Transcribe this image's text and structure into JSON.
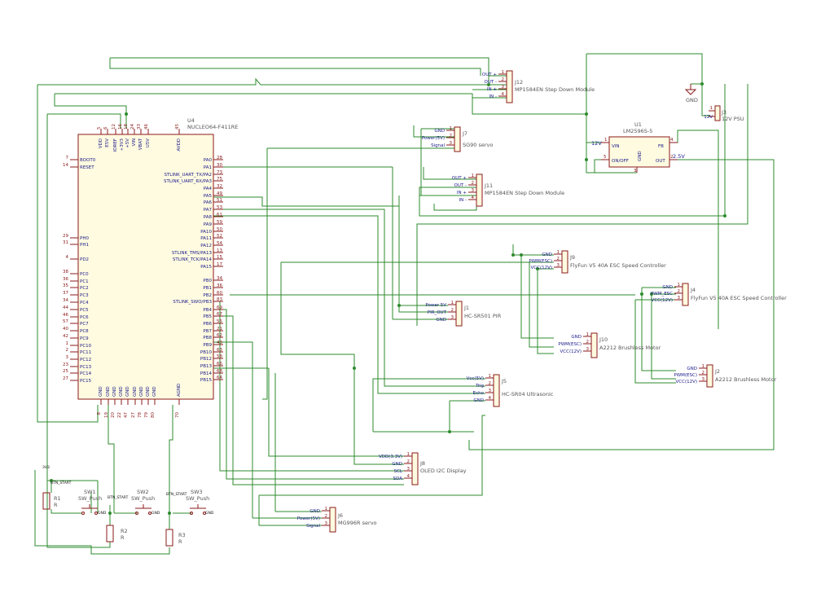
{
  "mcu": {
    "ref": "U4",
    "value": "NUCLEO64-F411RE",
    "top_pins": [
      {
        "num": "5",
        "name": "VDD"
      },
      {
        "num": "6",
        "name": "E5V"
      },
      {
        "num": "12",
        "name": "IOREF"
      },
      {
        "num": "16",
        "name": "+3V3"
      },
      {
        "num": "18",
        "name": "+5V"
      },
      {
        "num": "24",
        "name": "VIN"
      },
      {
        "num": "33",
        "name": "VBAT"
      },
      {
        "num": "46",
        "name": "U5V"
      },
      {
        "num": "45",
        "name": "AVDD"
      }
    ],
    "left_pins": [
      {
        "num": "7",
        "name": "BOOT0"
      },
      {
        "num": "14",
        "name": "RESET"
      },
      {
        "num": "29",
        "name": "PH0"
      },
      {
        "num": "31",
        "name": "PH1"
      },
      {
        "num": "4",
        "name": "PD2"
      },
      {
        "num": "38",
        "name": "PC0"
      },
      {
        "num": "36",
        "name": "PC1"
      },
      {
        "num": "35",
        "name": "PC2"
      },
      {
        "num": "37",
        "name": "PC3"
      },
      {
        "num": "34",
        "name": "PC4"
      },
      {
        "num": "44",
        "name": "PC5"
      },
      {
        "num": "46",
        "name": "PC6"
      },
      {
        "num": "57",
        "name": "PC7"
      },
      {
        "num": "40",
        "name": "PC8"
      },
      {
        "num": "42",
        "name": "PC9"
      },
      {
        "num": "1",
        "name": "PC10"
      },
      {
        "num": "2",
        "name": "PC11"
      },
      {
        "num": "3",
        "name": "PC12"
      },
      {
        "num": "23",
        "name": "PC13"
      },
      {
        "num": "25",
        "name": "PC14"
      },
      {
        "num": "27",
        "name": "PC15"
      }
    ],
    "right_pins": [
      {
        "num": "28",
        "name": "PA0"
      },
      {
        "num": "30",
        "name": "PA1"
      },
      {
        "num": "73",
        "name": "STLINK_UART_TX/PA2"
      },
      {
        "num": "75",
        "name": "STLINK_UART_RX/PA3"
      },
      {
        "num": "32",
        "name": "PA4"
      },
      {
        "num": "49",
        "name": "PA5"
      },
      {
        "num": "51",
        "name": "PA6"
      },
      {
        "num": "53",
        "name": "PA7"
      },
      {
        "num": "61",
        "name": "PA8"
      },
      {
        "num": "59",
        "name": "PA9"
      },
      {
        "num": "50",
        "name": "PA10"
      },
      {
        "num": "52",
        "name": "PA11"
      },
      {
        "num": "54",
        "name": "PA12"
      },
      {
        "num": "13",
        "name": "STLINK_TMS/PA13"
      },
      {
        "num": "15",
        "name": "STLINK_TCK/PA14"
      },
      {
        "num": "17",
        "name": "PA15"
      },
      {
        "num": "34",
        "name": "PB0"
      },
      {
        "num": "36",
        "name": "PB1"
      },
      {
        "num": "60",
        "name": "PB2"
      },
      {
        "num": "83",
        "name": "STLINK_SWO/PB3"
      },
      {
        "num": "69",
        "name": "PB4"
      },
      {
        "num": "67",
        "name": "PB5"
      },
      {
        "num": "55",
        "name": "PB6"
      },
      {
        "num": "21",
        "name": "PB7"
      },
      {
        "num": "62",
        "name": "PB8"
      },
      {
        "num": "43",
        "name": "PB9"
      },
      {
        "num": "63",
        "name": "PB10"
      },
      {
        "num": "58",
        "name": "PB12"
      },
      {
        "num": "66",
        "name": "PB13"
      },
      {
        "num": "68",
        "name": "PB14"
      },
      {
        "num": "64",
        "name": "PB15"
      }
    ],
    "bottom_pins": [
      {
        "num": "8",
        "name": "GND"
      },
      {
        "num": "19",
        "name": "GND"
      },
      {
        "num": "20",
        "name": "GND"
      },
      {
        "num": "22",
        "name": "GND"
      },
      {
        "num": "47",
        "name": "GND"
      },
      {
        "num": "27",
        "name": "GND"
      },
      {
        "num": "78",
        "name": "GND"
      },
      {
        "num": "79",
        "name": "GND"
      },
      {
        "num": "80",
        "name": "GND"
      },
      {
        "num": "70",
        "name": "AGND"
      }
    ]
  },
  "connectors": [
    {
      "id": "J12",
      "label": "MP1584EN Step Down Module",
      "pins": [
        "OUT +",
        "OUT -",
        "IN +",
        "IN -"
      ]
    },
    {
      "id": "J7",
      "label": "SG90 servo",
      "pins": [
        "GND",
        "Power(5V)",
        "Signal"
      ]
    },
    {
      "id": "J11",
      "label": "MP1584EN Step Down Module",
      "pins": [
        "OUT +",
        "OUT -",
        "IN +",
        "IN -"
      ]
    },
    {
      "id": "J9",
      "label": "FlyFun V5 40A ESC Speed Controller",
      "pins": [
        "GND",
        "PWM(ESC)",
        "VCC(12V)"
      ]
    },
    {
      "id": "J4",
      "label": "FlyFun V5 40A ESC Speed Controller",
      "pins": [
        "GND",
        "PWM_ESC",
        "VCC(12V)"
      ]
    },
    {
      "id": "J1",
      "label": "HC-SR501 PIR",
      "pins": [
        "Power 5V",
        "PIR_OUT",
        "GND"
      ]
    },
    {
      "id": "J10",
      "label": "A2212 Brushless Motor",
      "pins": [
        "GND",
        "PWM(ESC)",
        "VCC(12V)"
      ]
    },
    {
      "id": "J2",
      "label": "A2212 Brushless Motor",
      "pins": [
        "GND",
        "PWM(ESC)",
        "VCC(12V)"
      ]
    },
    {
      "id": "J5",
      "label": "HC-SR04 Ultrasonic",
      "pins": [
        "Vcc(5V)",
        "Trig",
        "Echo",
        "GND"
      ]
    },
    {
      "id": "J8",
      "label": "OLED I2C Display",
      "pins": [
        "VDD(3.3V)",
        "GND",
        "SCL",
        "SDA"
      ]
    },
    {
      "id": "J6",
      "label": "MG996R servo",
      "pins": [
        "GND",
        "Power(5V)",
        "Signal"
      ]
    },
    {
      "id": "J3",
      "label": "12V PSU",
      "pins": [
        "12V",
        "1"
      ]
    }
  ],
  "regulator": {
    "ref": "U1",
    "value": "LM2596S-5",
    "pins": {
      "vin": "VIN",
      "vin_num": "1",
      "fb": "FB",
      "fb_num": "4",
      "onoff": "ON/OFF",
      "onoff_num": "5",
      "out": "OUT",
      "out_num": "2",
      "gnd": "GND",
      "gnd_num": "3"
    },
    "net_in": "12V",
    "net_out": "2.5V"
  },
  "gnd_symbol": {
    "label": "GND"
  },
  "switches": [
    {
      "ref": "SW1",
      "value": "SW_Push",
      "gnd": "GND"
    },
    {
      "ref": "SW2",
      "value": "SW_Push",
      "gnd": "GND"
    },
    {
      "ref": "SW3",
      "value": "SW_Push",
      "gnd": "GND"
    }
  ],
  "resistors": [
    {
      "ref": "R1",
      "value": "R"
    },
    {
      "ref": "R2",
      "value": "R"
    },
    {
      "ref": "R3",
      "value": "R"
    }
  ],
  "nets": {
    "v3": "3V3",
    "btn1": "BTN_START",
    "btn2": "BTN_START",
    "btn3": "BTN_START"
  }
}
